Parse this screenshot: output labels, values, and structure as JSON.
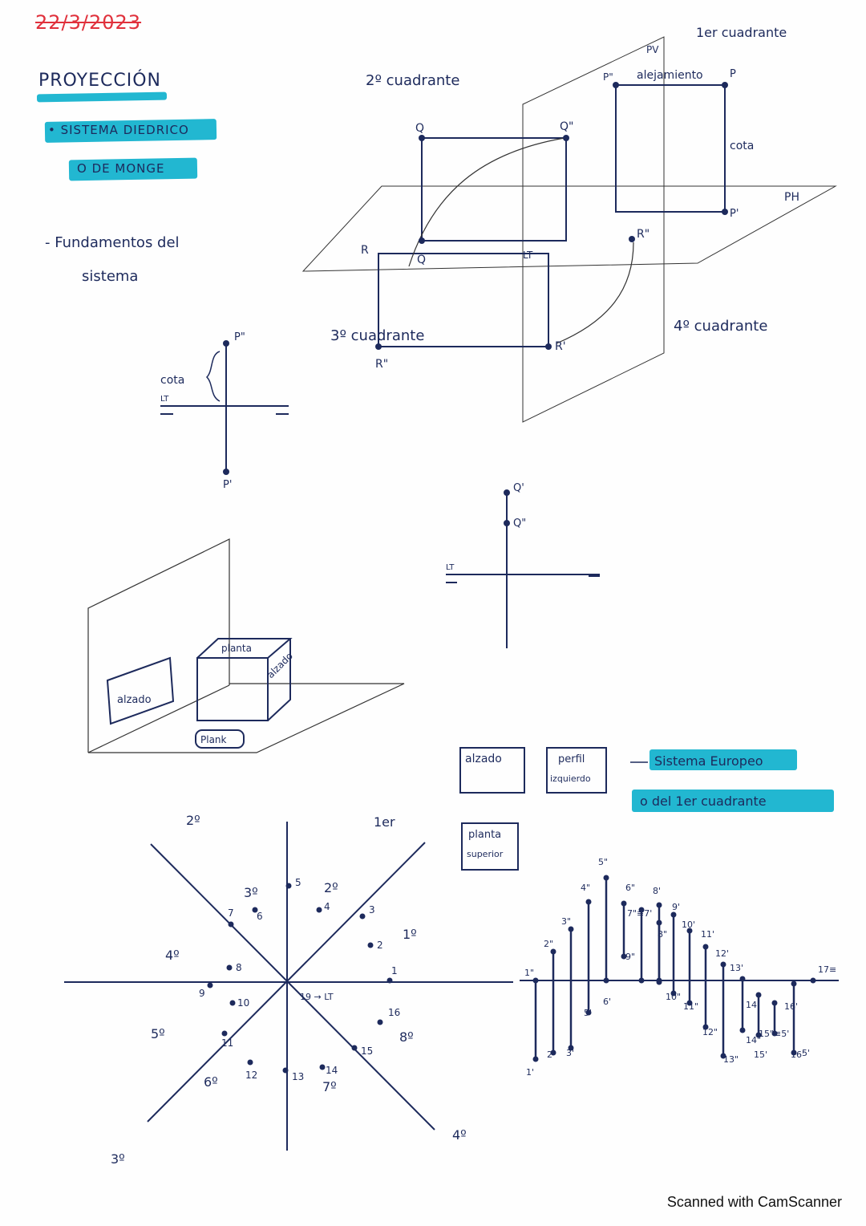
{
  "header": {
    "date": "22/3/2023",
    "title": "PROYECCIÓN",
    "tag1": "• SISTEMA DIEDRICO",
    "tag2": "O DE MONGE",
    "subtitle_line1": "- Fundamentos del",
    "subtitle_line2": "sistema"
  },
  "diagram3d": {
    "q2": "2º cuadrante",
    "q1": "1er cuadrante",
    "q3": "3º cuadrante",
    "q4": "4º cuadrante",
    "pv": "PV",
    "ph": "PH",
    "lt": "LT",
    "alejamiento": "alejamiento",
    "cota": "cota",
    "P2": "P\"",
    "P1": "P'",
    "P": "P",
    "Q": "Q",
    "Q2": "Q\"",
    "Qp": "Q",
    "R": "R",
    "R2": "R\"",
    "R2b": "R\"",
    "R1": "R'"
  },
  "proj_p": {
    "p2": "P\"",
    "p1": "P'",
    "cota": "cota",
    "lt": "LT"
  },
  "proj_q": {
    "q1": "Q'",
    "q2": "Q\"",
    "lt": "LT"
  },
  "box3d": {
    "planta": "planta",
    "alzado_face": "alzado",
    "alzado_wall": "alzado",
    "plank": "Plank"
  },
  "views": {
    "alzado": "alzado",
    "perfil1": "perfil",
    "perfil2": "izquierdo",
    "planta1": "planta",
    "planta2": "superior",
    "sistema": "Sistema Europeo",
    "cuadrante": "o del 1er cuadrante"
  },
  "octants": {
    "labels": [
      "2º",
      "1er",
      "3º",
      "4º",
      "3º",
      "2º",
      "1º",
      "4º",
      "5º",
      "6º",
      "7º",
      "8º"
    ],
    "points": [
      "1",
      "2",
      "3",
      "4",
      "5",
      "6",
      "7",
      "8",
      "9",
      "10",
      "11",
      "12",
      "13",
      "14",
      "15",
      "16"
    ],
    "lt": "19 → LT"
  },
  "stems": {
    "upper": [
      "1\"",
      "2\"",
      "3\"",
      "4\"",
      "5\"",
      "6\"",
      "7\"≡7'",
      "8'",
      "8\"",
      "9'",
      "10'",
      "11'",
      "12'",
      "13'",
      "14'",
      "15\"≡5'",
      "16'",
      "17≡"
    ],
    "lower": [
      "1'",
      "2'",
      "3'",
      "5'",
      "6'",
      "9\"",
      "10\"",
      "11\"",
      "12\"",
      "13\"",
      "14\"",
      "15'",
      "16'",
      "5'"
    ]
  },
  "footer": "Scanned with CamScanner"
}
